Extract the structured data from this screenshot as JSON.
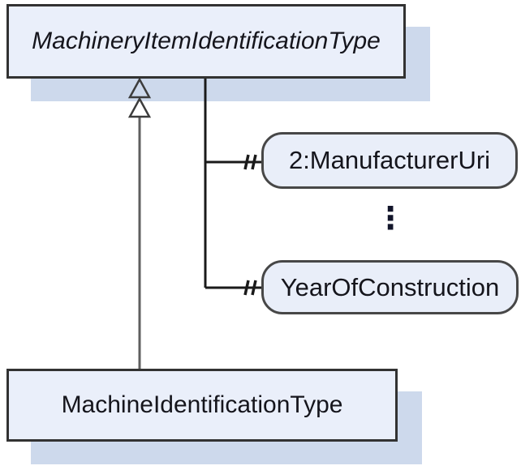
{
  "diagram": {
    "type": "xml-schema-class-diagram",
    "nodes": {
      "parent_class": {
        "label": "MachineryItemIdentificationType",
        "abstract": true
      },
      "child_class": {
        "label": "MachineIdentificationType",
        "abstract": false
      },
      "element_1": {
        "label": "2:ManufacturerUri"
      },
      "element_2": {
        "label": "YearOfConstruction"
      }
    },
    "ellipsis_glyph": "⋮",
    "relations": [
      {
        "from": "child_class",
        "to": "parent_class",
        "kind": "generalization"
      },
      {
        "from": "parent_class",
        "to": "element_1",
        "kind": "contains-element"
      },
      {
        "from": "parent_class",
        "to": "element_2",
        "kind": "contains-element"
      }
    ],
    "colors": {
      "background": "#ffffff",
      "node_fill": "#eaeffa",
      "node_border": "#323232",
      "element_border": "#474747",
      "shadow": "#cdd9ec",
      "connector_line": "#1a1a1a",
      "generalization_line": "#5f5f5f",
      "text": "#15151c"
    }
  }
}
